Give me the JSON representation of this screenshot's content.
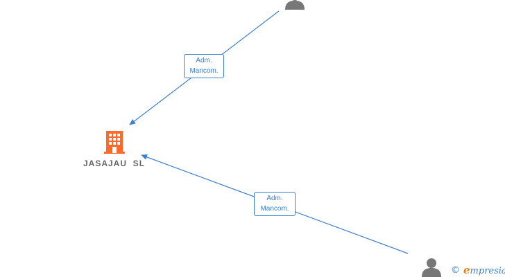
{
  "company": {
    "name": "JASAJAU  SL",
    "icon": "building-icon",
    "color": "#ff6a2b"
  },
  "relations": [
    {
      "label_line1": "Adm.",
      "label_line2": "Mancom."
    },
    {
      "label_line1": "Adm.",
      "label_line2": "Mancom."
    }
  ],
  "people": [
    {
      "icon": "person-icon"
    },
    {
      "icon": "person-icon"
    }
  ],
  "branding": {
    "copyright": "©",
    "brand_initial": "e",
    "brand_rest": "mpresia"
  },
  "colors": {
    "edge": "#3b7fd0",
    "person": "#777777",
    "company": "#ff6a2b"
  }
}
